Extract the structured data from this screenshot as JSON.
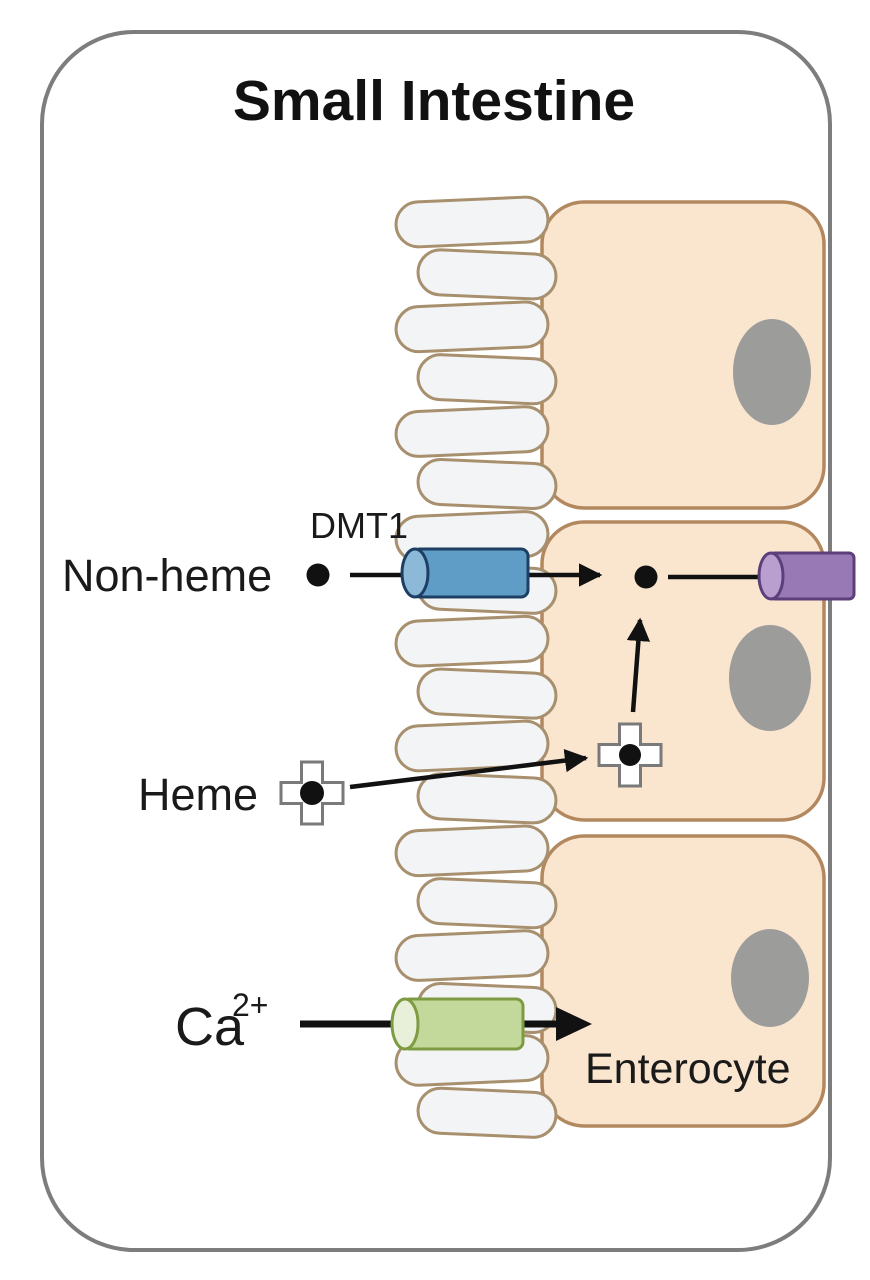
{
  "diagram": {
    "title": "Small Intestine",
    "labels": {
      "dmt1": "DMT1",
      "non_heme": "Non-heme",
      "heme": "Heme",
      "calcium_base": "Ca",
      "calcium_superscript": "2+",
      "enterocyte": "Enterocyte"
    },
    "colors": {
      "outer_border": "#7d7d7d",
      "title_text": "#111111",
      "cell_fill": "#fae5cf",
      "cell_outline": "#b3885f",
      "villus_fill": "#f2f4f5",
      "villus_outline": "#a8906f",
      "nucleus_fill": "#9c9c9a",
      "dmt1_body": "#5f9dc6",
      "dmt1_cap": "#8cb9d8",
      "dmt1_outline": "#1d3f63",
      "basolateral_body": "#9879b6",
      "basolateral_cap": "#b89fd0",
      "basolateral_outline": "#5c3f7a",
      "calcium_body": "#c3d89b",
      "calcium_cap": "#e9f0da",
      "calcium_outline": "#7d9c42",
      "iron_dot": "#111111",
      "heme_cross_fill": "#ffffff",
      "heme_cross_outline": "#7a7a7a",
      "arrow": "#111111",
      "label_text": "#1a1a1a"
    }
  }
}
